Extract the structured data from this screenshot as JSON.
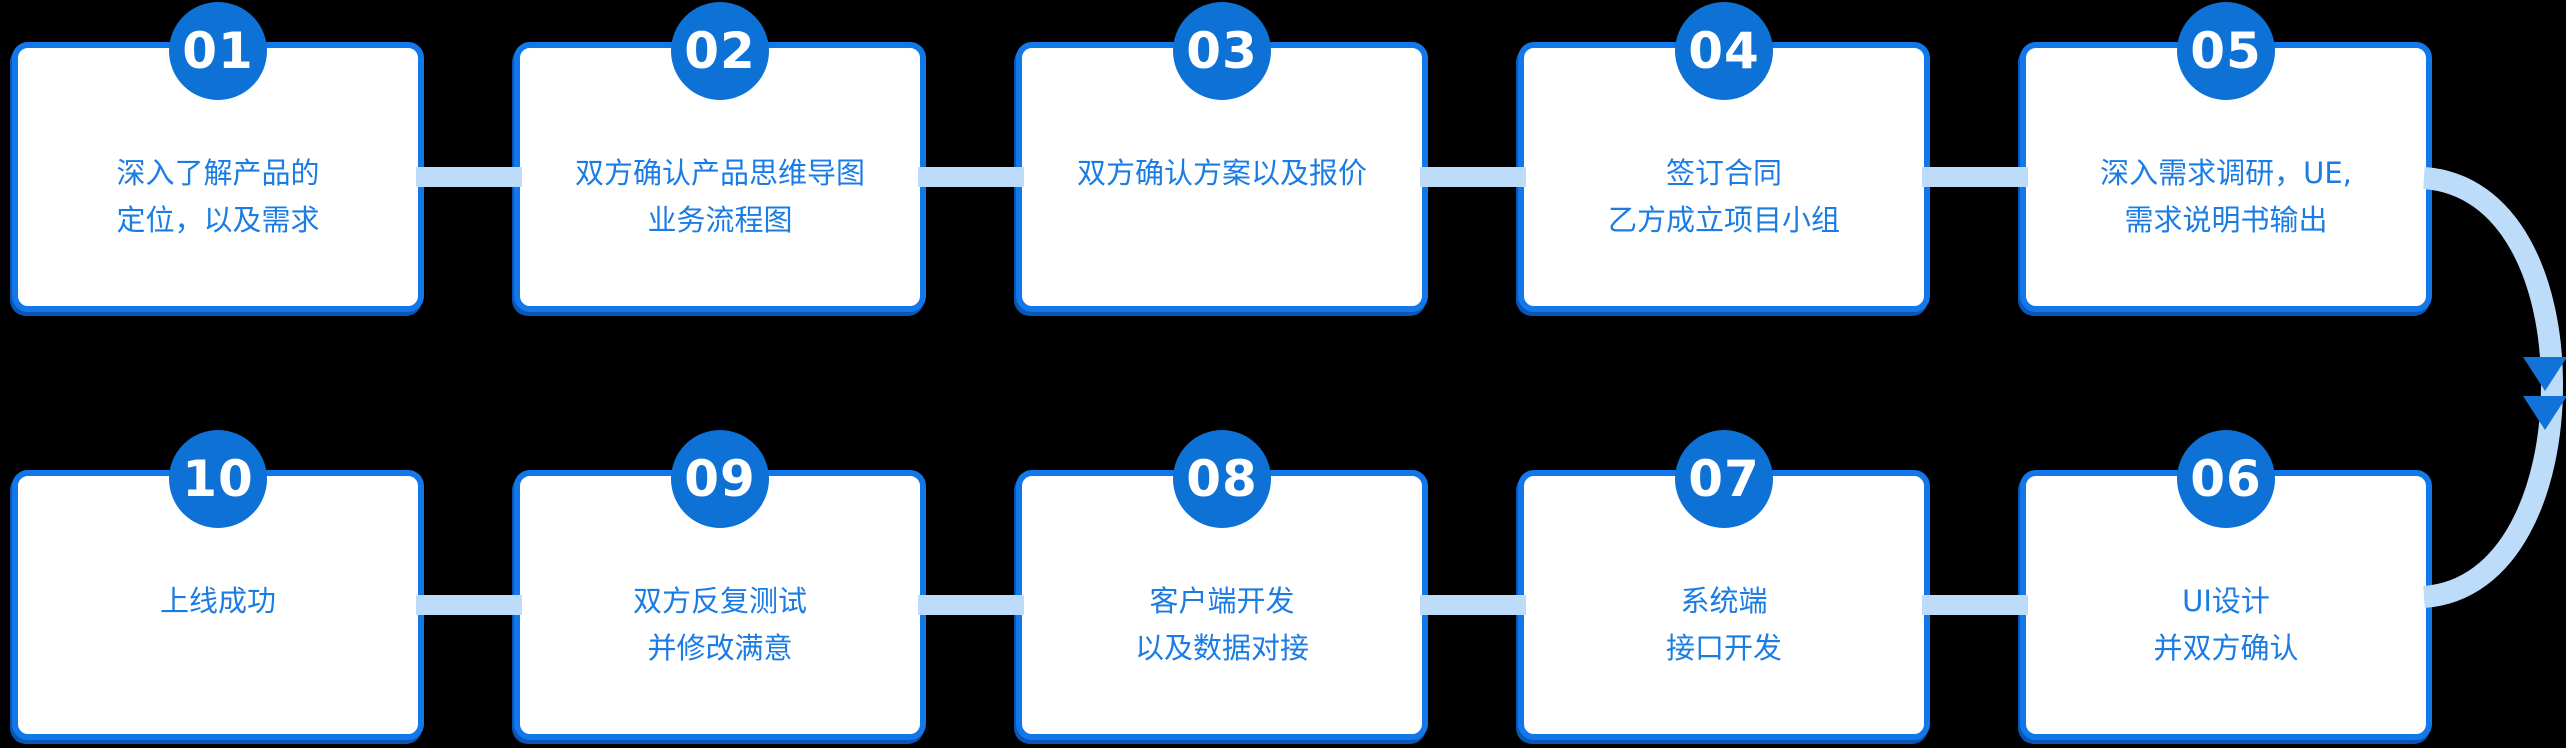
{
  "diagram": {
    "title": "",
    "colors": {
      "background": "#000000",
      "box_border": "#1277e8",
      "box_shadow": "#0b55b5",
      "badge_fill": "#0e71d6",
      "badge_text": "#ffffff",
      "step_text": "#1b7ce4",
      "connector": "#bcdcfa",
      "arrowhead": "#1173d8",
      "box_fill": "#ffffff"
    },
    "flow_note": "row 1 flows left-to-right (01..05), curved arrow descends on right, row 2 flows right-to-left (06..10)",
    "steps": [
      {
        "badge": "01",
        "line1": "深入了解产品的",
        "line2": "定位，以及需求",
        "row": 1,
        "col": 1
      },
      {
        "badge": "02",
        "line1": "双方确认产品思维导图",
        "line2": "业务流程图",
        "row": 1,
        "col": 2
      },
      {
        "badge": "03",
        "line1": "双方确认方案以及报价",
        "line2": "",
        "row": 1,
        "col": 3
      },
      {
        "badge": "04",
        "line1": "签订合同",
        "line2": "乙方成立项目小组",
        "row": 1,
        "col": 4
      },
      {
        "badge": "05",
        "line1": "深入需求调研，UE,",
        "line2": "需求说明书输出",
        "row": 1,
        "col": 5
      },
      {
        "badge": "06",
        "line1": "UI设计",
        "line2": "并双方确认",
        "row": 2,
        "col": 5
      },
      {
        "badge": "07",
        "line1": "系统端",
        "line2": "接口开发",
        "row": 2,
        "col": 4
      },
      {
        "badge": "08",
        "line1": "客户端开发",
        "line2": "以及数据对接",
        "row": 2,
        "col": 3
      },
      {
        "badge": "09",
        "line1": "双方反复测试",
        "line2": "并修改满意",
        "row": 2,
        "col": 2
      },
      {
        "badge": "10",
        "line1": "上线成功",
        "line2": "",
        "row": 2,
        "col": 1
      }
    ]
  }
}
